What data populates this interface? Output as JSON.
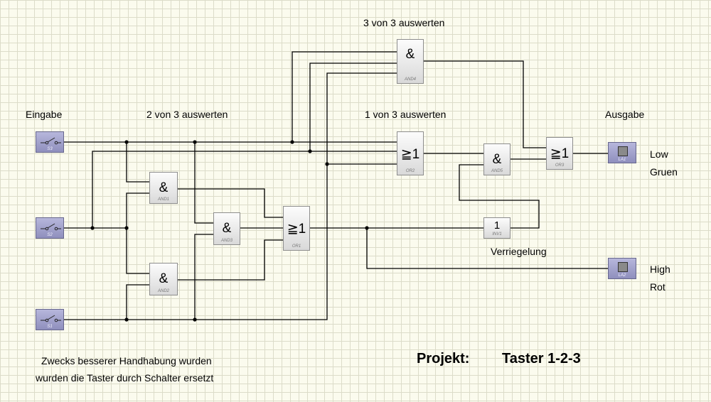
{
  "sections": {
    "top": "3 von 3 auswerten",
    "input": "Eingabe",
    "two": "2 von 3 auswerten",
    "one": "1 von 3 auswerten",
    "output": "Ausgabe"
  },
  "switches": [
    {
      "name": "S3"
    },
    {
      "name": "S2"
    },
    {
      "name": "S1"
    }
  ],
  "gates": {
    "and4": {
      "symbol": "&",
      "name": "AND4"
    },
    "or2": {
      "symbol": "≧1",
      "name": "OR2"
    },
    "and5": {
      "symbol": "&",
      "name": "AND5"
    },
    "or3": {
      "symbol": "≧1",
      "name": "OR3"
    },
    "and1": {
      "symbol": "&",
      "name": "AND1"
    },
    "and3": {
      "symbol": "&",
      "name": "AND3"
    },
    "or1": {
      "symbol": "≧1",
      "name": "OR1"
    },
    "and2": {
      "symbol": "&",
      "name": "AND2"
    },
    "inv1": {
      "symbol": "1",
      "name": "INV1"
    }
  },
  "lamps": [
    {
      "name": "LA1",
      "line1": "Low",
      "line2": "Gruen"
    },
    {
      "name": "LA2",
      "line1": "High",
      "line2": "Rot"
    }
  ],
  "verriegelung": "Verriegelung",
  "note": {
    "line1": "Zwecks besserer Handhabung wurden",
    "line2": "wurden die Taster durch Schalter ersetzt"
  },
  "project": {
    "label": "Projekt:",
    "title": "Taster 1-2-3"
  }
}
